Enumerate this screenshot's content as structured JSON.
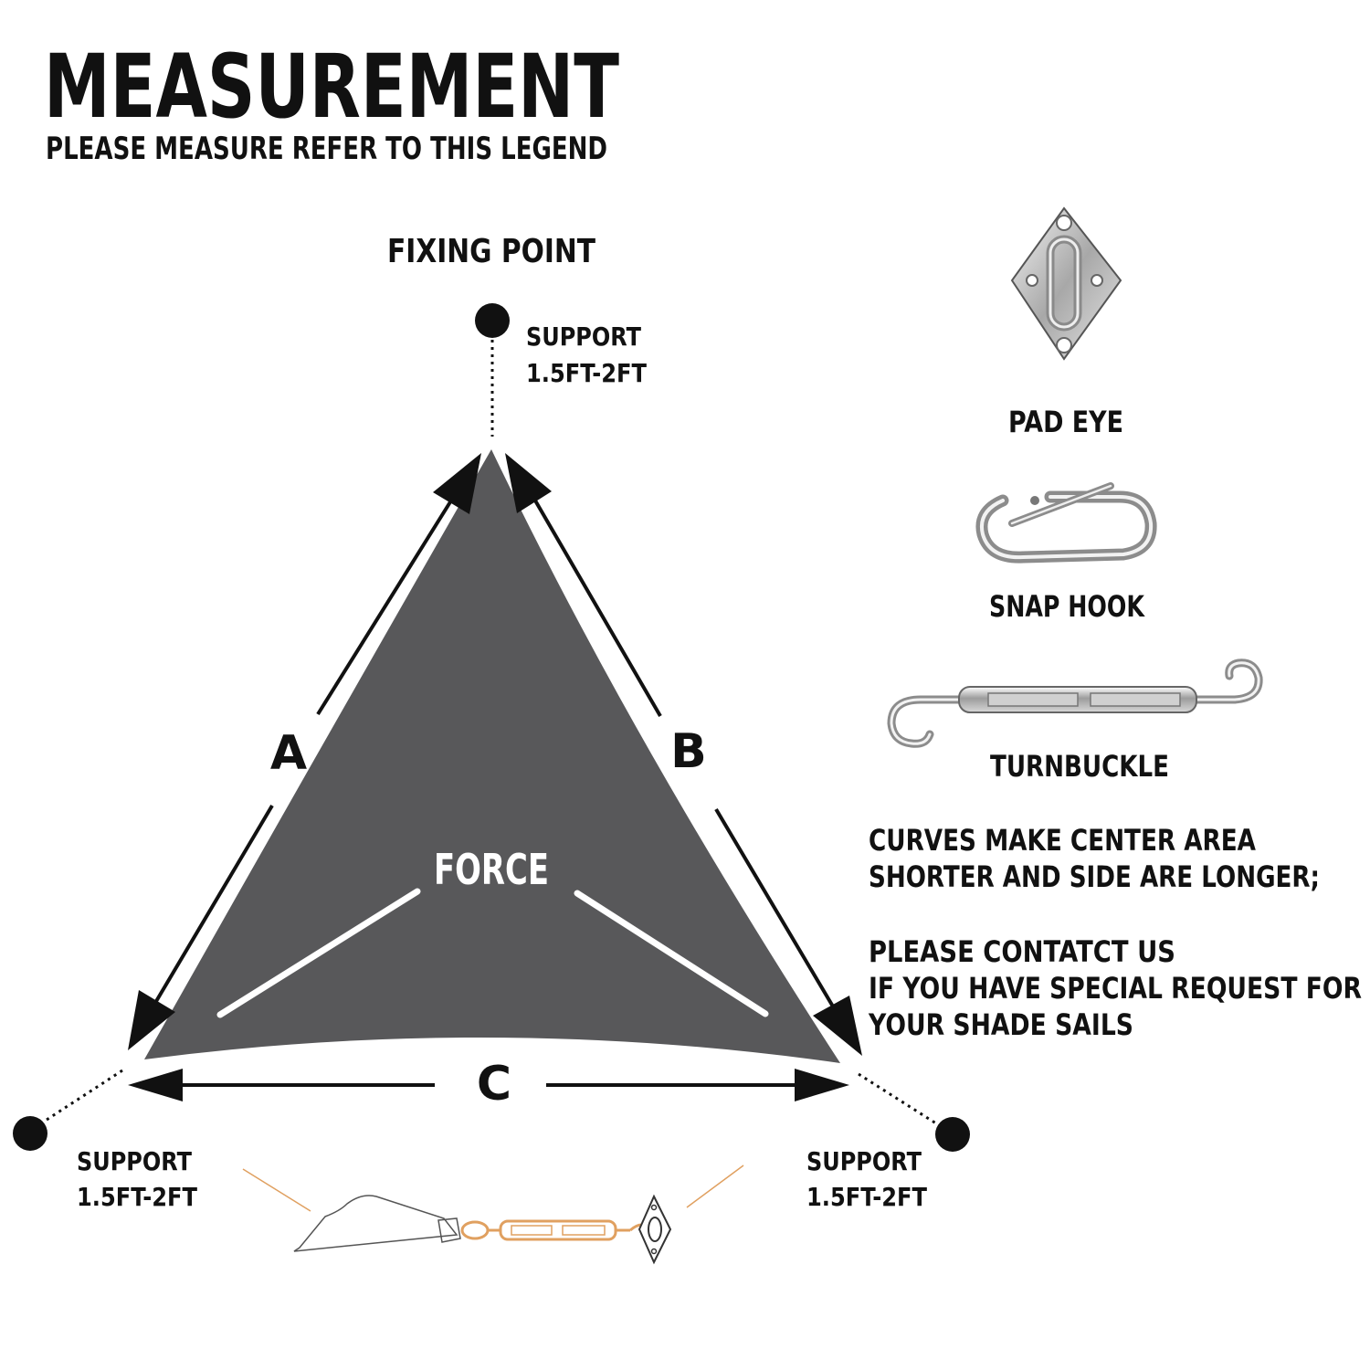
{
  "header": {
    "title": "MEASUREMENT",
    "subtitle": "PLEASE MEASURE REFER TO THIS LEGEND"
  },
  "diagram": {
    "fixing_point_label": "FIXING POINT",
    "support_top_line1": "SUPPORT",
    "support_top_line2": "1.5FT-2FT",
    "support_left_line1": "SUPPORT",
    "support_left_line2": "1.5FT-2FT",
    "support_right_line1": "SUPPORT",
    "support_right_line2": "1.5FT-2FT",
    "side_a": "A",
    "side_b": "B",
    "side_c": "C",
    "force_label": "FORCE"
  },
  "hardware": {
    "pad_eye": "PAD EYE",
    "snap_hook": "SNAP HOOK",
    "turnbuckle": "TURNBUCKLE"
  },
  "notes": {
    "curves_line1": "CURVES MAKE CENTER AREA",
    "curves_line2": "SHORTER AND SIDE ARE LONGER;",
    "contact_line1": "PLEASE CONTATCT US",
    "contact_line2": "IF YOU HAVE SPECIAL REQUEST FOR",
    "contact_line3": "YOUR SHADE SAILS"
  },
  "colors": {
    "sail": "#58585a",
    "ink": "#111111",
    "accent": "#e0a060",
    "steel": "#9a9a9a"
  }
}
